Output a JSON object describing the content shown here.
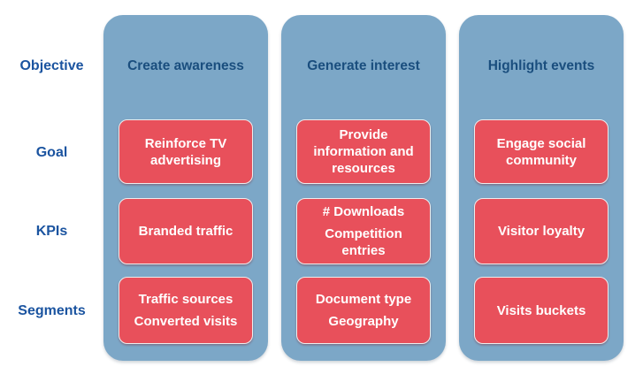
{
  "palette": {
    "background": "#ffffff",
    "column_fill": "#7ca7c7",
    "card_fill": "#e8505b",
    "card_border": "#ededee",
    "card_text": "#ffffff",
    "row_label_color": "#1b54a0",
    "column_header_color": "#1a4e7e"
  },
  "row_labels": {
    "objective": "Objective",
    "goal": "Goal",
    "kpis": "KPIs",
    "segments": "Segments"
  },
  "columns": [
    {
      "header": "Create awareness",
      "goal": [
        "Reinforce TV advertising"
      ],
      "kpis": [
        "Branded traffic"
      ],
      "segments": [
        "Traffic sources",
        "Converted visits"
      ]
    },
    {
      "header": "Generate interest",
      "goal": [
        "Provide information and resources"
      ],
      "kpis": [
        "# Downloads",
        "Competition entries"
      ],
      "segments": [
        "Document type",
        "Geography"
      ]
    },
    {
      "header": "Highlight events",
      "goal": [
        "Engage social community"
      ],
      "kpis": [
        "Visitor loyalty"
      ],
      "segments": [
        "Visits buckets"
      ]
    }
  ]
}
